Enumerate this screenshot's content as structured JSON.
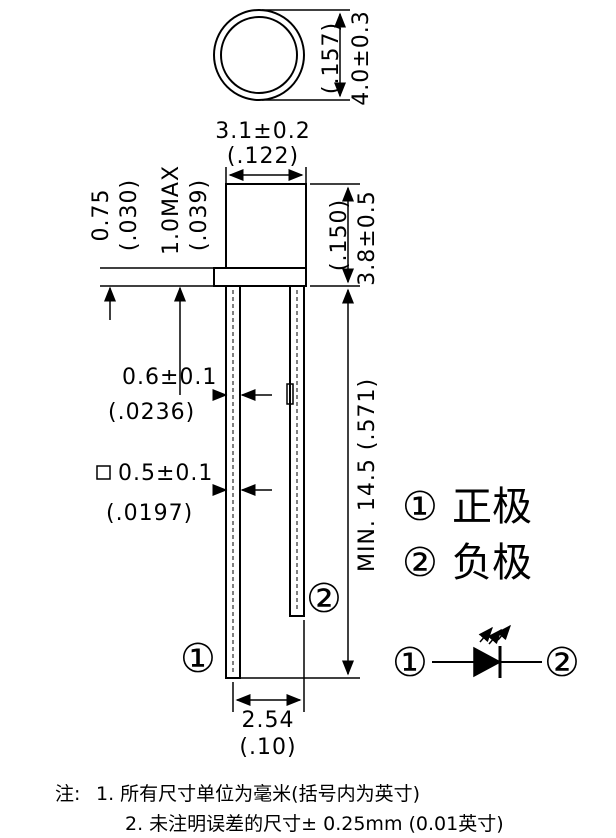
{
  "dimensions": {
    "diameter_mm": "4.0±0.3",
    "diameter_in": "(.157)",
    "body_width_mm": "3.1±0.2",
    "body_width_in": "(.122)",
    "flange_mm": "0.75",
    "flange_in": "(.030)",
    "flange_max_mm": "1.0MAX",
    "flange_max_in": "(.039)",
    "body_height_in": "(.150)",
    "body_height_mm": "3.8±0.5",
    "lead_thick_mm": "0.6±0.1",
    "lead_thick_in": "(.0236)",
    "lead_square_mm": "0.5±0.1",
    "lead_square_in": "(.0197)",
    "lead_length": "MIN. 14.5 (.571)",
    "pitch_mm": "2.54",
    "pitch_in": "(.10)"
  },
  "pins": {
    "pin1_marker": "①",
    "pin2_marker": "②",
    "anode_label": "正极",
    "cathode_label": "负极"
  },
  "notes": {
    "prefix": "注:",
    "line1": "1. 所有尺寸单位为毫米(括号内为英寸)",
    "line2": "2. 未注明误差的尺寸± 0.25mm (0.01英寸)"
  }
}
